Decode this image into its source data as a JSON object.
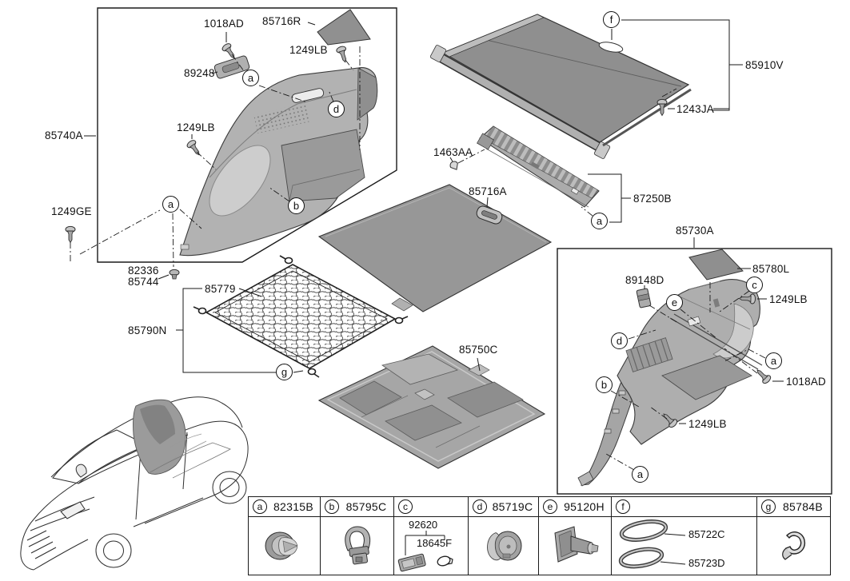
{
  "colors": {
    "background": "#ffffff",
    "line": "#1a1a1a",
    "part_fill": "#ababab",
    "part_light": "#cfcfcf",
    "part_dark": "#8f8f8f"
  },
  "parts": {
    "p85740a": "85740A",
    "p85716r": "85716R",
    "p1018ad": "1018AD",
    "p1249lb": "1249LB",
    "p89248": "89248",
    "p1249ge": "1249GE",
    "p82336": "82336",
    "p85744": "85744",
    "p85779": "85779",
    "p85790n": "85790N",
    "p85910v": "85910V",
    "p1243ja": "1243JA",
    "p1463aa": "1463AA",
    "p85716a": "85716A",
    "p87250b": "87250B",
    "p85730a": "85730A",
    "p85780l": "85780L",
    "p89148d": "89148D",
    "p85750c": "85750C"
  },
  "callouts": {
    "a": "a",
    "b": "b",
    "c": "c",
    "d": "d",
    "e": "e",
    "f": "f",
    "g": "g"
  },
  "legend": {
    "cells": [
      {
        "letter": "a",
        "part": "82315B"
      },
      {
        "letter": "b",
        "part": "85795C"
      },
      {
        "letter": "c",
        "part": ""
      },
      {
        "letter": "d",
        "part": "85719C"
      },
      {
        "letter": "e",
        "part": "95120H"
      },
      {
        "letter": "f",
        "part": ""
      },
      {
        "letter": "g",
        "part": "85784B"
      }
    ],
    "c_parts": {
      "p92620": "92620",
      "p18645f": "18645F"
    },
    "f_parts": {
      "p85722c": "85722C",
      "p85723d": "85723D"
    }
  }
}
